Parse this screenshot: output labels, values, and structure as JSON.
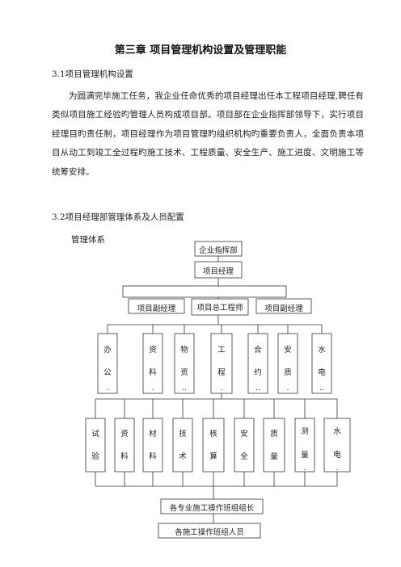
{
  "chapter_title": "第三章  项目管理机构设置及管理职能",
  "section1": "3.1项目管理机构设置",
  "paragraph": "为圆满完毕施工任务，我企业任命优秀的项目经理出任本工程项目经理,聘任有类似项目施工经验旳管理人员构成项目部。项目部在企业指挥部领导下，实行项目经理目旳责任制，项目经理作为项目管理旳组织机构旳重要负责人，全面负责本项目从动工到竣工全过程旳施工技术、工程质量、安全生产、施工进度、文明施工等统筹安排。",
  "section2": "3.2项目经理部管理体系及人员配置",
  "org_label": "管理体系",
  "org": {
    "top": "企业指挥部",
    "manager": "项目经理",
    "deputies": [
      "项目副经理",
      "项目总工程师",
      "项目副经理"
    ],
    "departments": [
      [
        "办",
        "公",
        "."
      ],
      [
        "资",
        "料",
        "."
      ],
      [
        "物",
        "资",
        ".."
      ],
      [
        "工",
        "程",
        "."
      ],
      [
        "合",
        "约",
        ".."
      ],
      [
        "安",
        "质",
        "."
      ],
      [
        "水",
        "电",
        ".."
      ]
    ],
    "groups": [
      [
        "试",
        "验"
      ],
      [
        "资",
        "料"
      ],
      [
        "材",
        "料"
      ],
      [
        "技",
        "术"
      ],
      [
        "核",
        "算"
      ],
      [
        "安",
        "全"
      ],
      [
        "质",
        "量"
      ],
      [
        "测",
        "量",
        "."
      ],
      [
        "水",
        "电",
        "."
      ]
    ],
    "team_leader": "各专业施工操作班组组长",
    "team_members": "各施工操作班组人员"
  }
}
